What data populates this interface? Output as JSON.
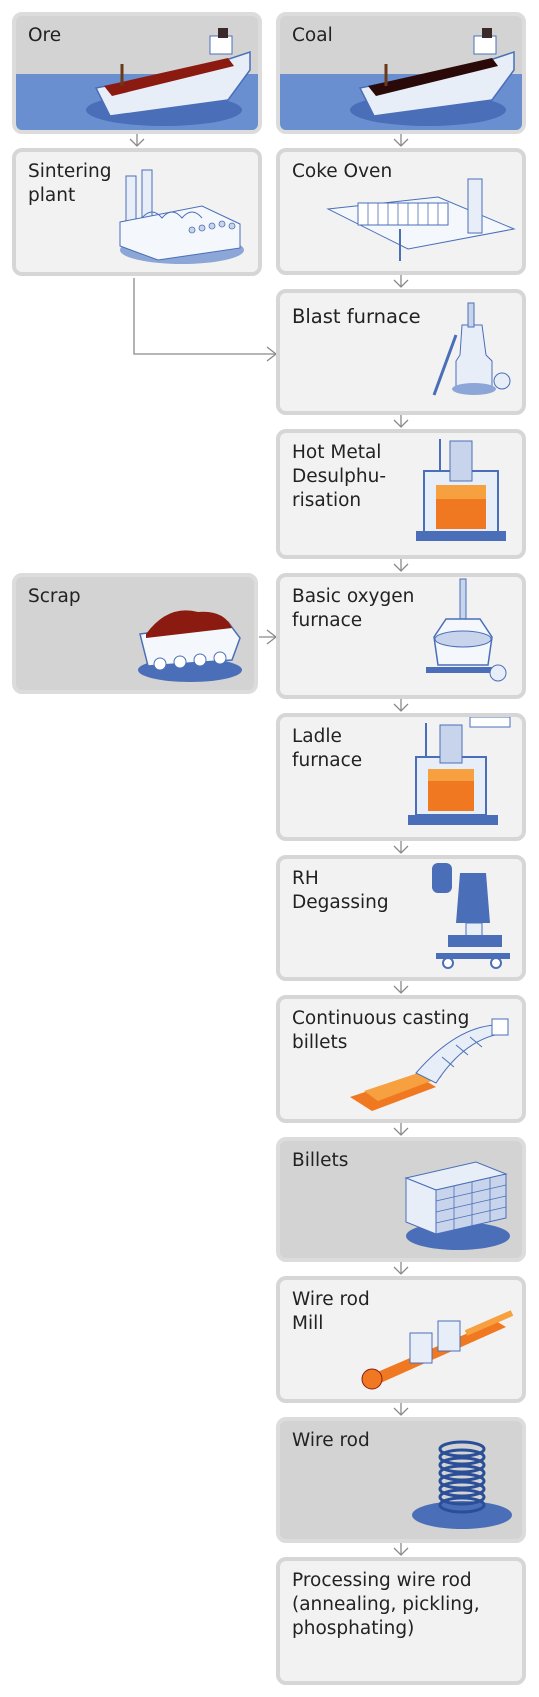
{
  "colors": {
    "box_light": "#f2f2f2",
    "box_dark": "#d3d3d3",
    "arrow": "#8a8a8a",
    "sea_blue": "#6a8fd0",
    "machine_blue": "#4a6fb8",
    "molten_orange": "#f07820",
    "ore_red": "#8b1a10",
    "coal_dark": "#2a0a08"
  },
  "steps": {
    "ore": "Ore",
    "coal": "Coal",
    "sintering": "Sintering\nplant",
    "coke_oven": "Coke Oven",
    "blast_furnace": "Blast furnace",
    "hot_metal": "Hot Metal\nDesulphu-\nrisation",
    "scrap": "Scrap",
    "bof": "Basic oxygen\nfurnace",
    "ladle": "Ladle\nfurnace",
    "rh": "RH\nDegassing",
    "casting": "Continuous casting\nbillets",
    "billets": "Billets",
    "wire_mill": "Wire rod\nMill",
    "wire_rod": "Wire rod",
    "processing": "Processing wire rod\n(annealing, pickling,\nphosphating)"
  },
  "icons": {
    "ore": "ore-ship-icon",
    "coal": "coal-ship-icon",
    "sintering": "sintering-plant-icon",
    "coke_oven": "coke-oven-icon",
    "blast_furnace": "blast-furnace-icon",
    "hot_metal": "desulphurisation-vessel-icon",
    "scrap": "scrap-wagon-icon",
    "bof": "oxygen-converter-icon",
    "ladle": "ladle-furnace-icon",
    "rh": "rh-degasser-icon",
    "casting": "continuous-caster-icon",
    "billets": "billet-stack-icon",
    "wire_mill": "wire-rod-mill-icon",
    "wire_rod": "wire-coil-icon"
  }
}
